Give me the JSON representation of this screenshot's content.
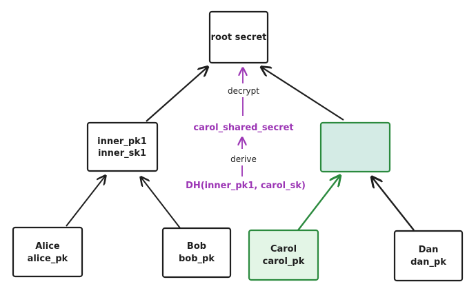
{
  "colors": {
    "ink": "#1e1e1e",
    "purple": "#9c36b5",
    "green_stroke": "#2b8a3e",
    "green_fill_light": "#e3f5e6",
    "green_fill_node": "#d4ebe5"
  },
  "nodes": {
    "root": {
      "line1": "root secret"
    },
    "inner": {
      "line1": "inner_pk1",
      "line2": "inner_sk1"
    },
    "alice": {
      "line1": "Alice",
      "line2": "alice_pk"
    },
    "bob": {
      "line1": "Bob",
      "line2": "bob_pk"
    },
    "carol": {
      "line1": "Carol",
      "line2": "carol_pk"
    },
    "dan": {
      "line1": "Dan",
      "line2": "dan_pk"
    }
  },
  "path": {
    "decrypt": "decrypt",
    "shared_secret": "carol_shared_secret",
    "derive": "derive",
    "dh": "DH(inner_pk1, carol_sk)"
  }
}
